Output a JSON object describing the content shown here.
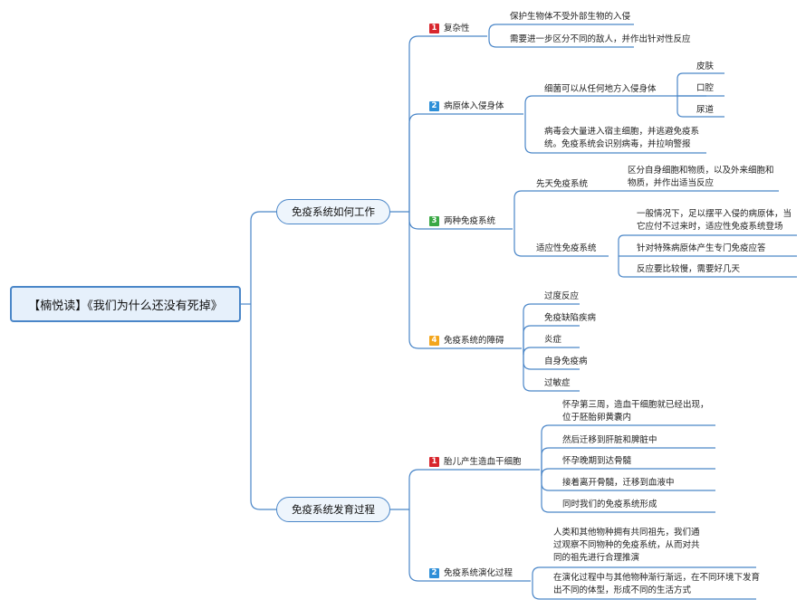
{
  "root": "【楠悦读】《我们为什么还没有死掉》",
  "branches": [
    {
      "label": "免疫系统如何工作",
      "topics": [
        {
          "num": "1",
          "label": "复杂性",
          "items": [
            "保护生物体不受外部生物的入侵",
            "需要进一步区分不同的敌人，并作出针对性反应"
          ]
        },
        {
          "num": "2",
          "label": "病原体入侵身体",
          "items": [
            {
              "text": "细菌可以从任何地方入侵身体",
              "children": [
                "皮肤",
                "口腔",
                "尿道"
              ]
            },
            {
              "text": "病毒会大量进入宿主细胞，并逃避免疫系统。免疫系统会识别病毒，并拉响警报"
            }
          ]
        },
        {
          "num": "3",
          "label": "两种免疫系统",
          "items": [
            {
              "text": "先天免疫系统",
              "children": [
                "区分自身细胞和物质，以及外来细胞和物质，并作出适当反应"
              ]
            },
            {
              "text": "适应性免疫系统",
              "children": [
                "一般情况下，足以摆平入侵的病原体，当它应付不过来时，适应性免疫系统登场",
                "针对特殊病原体产生专门免疫应答",
                "反应要比较慢，需要好几天"
              ]
            }
          ]
        },
        {
          "num": "4",
          "label": "免疫系统的障碍",
          "items": [
            "过度反应",
            "免疫缺陷疾病",
            "炎症",
            "自身免疫病",
            "过敏症"
          ]
        }
      ]
    },
    {
      "label": "免疫系统发育过程",
      "topics": [
        {
          "num": "1",
          "label": "胎儿产生造血干细胞",
          "items": [
            "怀孕第三周，造血干细胞就已经出现，位于胚胎卵黄囊内",
            "然后迁移到肝脏和脾脏中",
            "怀孕晚期到达骨髓",
            "接着离开骨髓，迁移到血液中",
            "同时我们的免疫系统形成"
          ]
        },
        {
          "num": "2",
          "label": "免疫系统演化过程",
          "items": [
            "人类和其他物种拥有共同祖先，我们通过观察不同物种的免疫系统，从而对共同的祖先进行合理推演",
            "在演化过程中与其他物种渐行渐远，在不同环境下发育出不同的体型，形成不同的生活方式"
          ]
        }
      ]
    }
  ],
  "colors": {
    "line": "#4a86c8",
    "box_fill": "#e6f0fb",
    "badge_1": "#d8262d",
    "badge_2": "#2e8fd8",
    "badge_3": "#3aa845",
    "badge_4": "#f3a51c"
  }
}
